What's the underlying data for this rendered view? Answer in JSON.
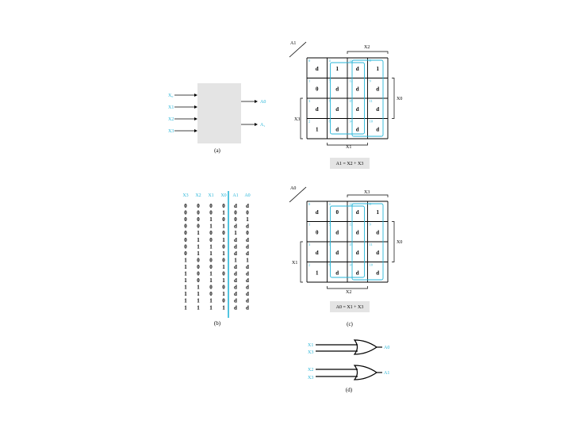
{
  "block": {
    "inputs": [
      "X₀",
      "X1",
      "X2",
      "X3"
    ],
    "outputs": [
      "A0",
      "A₁"
    ],
    "caption": "(a)"
  },
  "truth_table": {
    "headers": [
      "X3",
      "X2",
      "X1",
      "X0",
      "A1",
      "A0"
    ],
    "rows": [
      [
        "0",
        "0",
        "0",
        "0",
        "d",
        "d"
      ],
      [
        "0",
        "0",
        "0",
        "1",
        "0",
        "0"
      ],
      [
        "0",
        "0",
        "1",
        "0",
        "0",
        "1"
      ],
      [
        "0",
        "0",
        "1",
        "1",
        "d",
        "d"
      ],
      [
        "0",
        "1",
        "0",
        "0",
        "1",
        "0"
      ],
      [
        "0",
        "1",
        "0",
        "1",
        "d",
        "d"
      ],
      [
        "0",
        "1",
        "1",
        "0",
        "d",
        "d"
      ],
      [
        "0",
        "1",
        "1",
        "1",
        "d",
        "d"
      ],
      [
        "1",
        "0",
        "0",
        "0",
        "1",
        "1"
      ],
      [
        "1",
        "0",
        "0",
        "1",
        "d",
        "d"
      ],
      [
        "1",
        "0",
        "1",
        "0",
        "d",
        "d"
      ],
      [
        "1",
        "0",
        "1",
        "1",
        "d",
        "d"
      ],
      [
        "1",
        "1",
        "0",
        "0",
        "d",
        "d"
      ],
      [
        "1",
        "1",
        "0",
        "1",
        "d",
        "d"
      ],
      [
        "1",
        "1",
        "1",
        "0",
        "d",
        "d"
      ],
      [
        "1",
        "1",
        "1",
        "1",
        "d",
        "d"
      ]
    ],
    "caption": "(b)"
  },
  "kmap_a1": {
    "corner": "A1",
    "var_top": "X2",
    "var_right": "X0",
    "var_left": "X3",
    "var_bottom": "X1",
    "cells": [
      [
        "d",
        "1",
        "d",
        "1"
      ],
      [
        "0",
        "d",
        "d",
        "d"
      ],
      [
        "d",
        "d",
        "d",
        "d"
      ],
      [
        "1",
        "d",
        "d",
        "d"
      ]
    ],
    "indices": [
      [
        "0",
        "4",
        "12",
        "8"
      ],
      [
        "1",
        "5",
        "13",
        "9"
      ],
      [
        "3",
        "7",
        "15",
        "11"
      ],
      [
        "2",
        "6",
        "14",
        "10"
      ]
    ],
    "equation": "A1 = X2 + X3"
  },
  "kmap_a0": {
    "corner": "A0",
    "var_top": "X3",
    "var_right": "X0",
    "var_left": "X1",
    "var_bottom": "X2",
    "cells": [
      [
        "d",
        "0",
        "d",
        "1"
      ],
      [
        "0",
        "d",
        "d",
        "d"
      ],
      [
        "d",
        "d",
        "d",
        "d"
      ],
      [
        "1",
        "d",
        "d",
        "d"
      ]
    ],
    "indices": [
      [
        "0",
        "4",
        "12",
        "8"
      ],
      [
        "1",
        "5",
        "13",
        "9"
      ],
      [
        "3",
        "7",
        "15",
        "11"
      ],
      [
        "2",
        "6",
        "14",
        "10"
      ]
    ],
    "equation": "A0 = X1 + X3",
    "caption": "(c)"
  },
  "gates": {
    "gate1_inputs": [
      "X1",
      "X3"
    ],
    "gate1_output": "A0",
    "gate2_inputs": [
      "X2",
      "X3"
    ],
    "gate2_output": "A1",
    "caption": "(d)"
  },
  "colors": {
    "accent": "#27b5d8",
    "block_fill": "#e4e4e4",
    "equation_box": "#e4e4e4"
  }
}
